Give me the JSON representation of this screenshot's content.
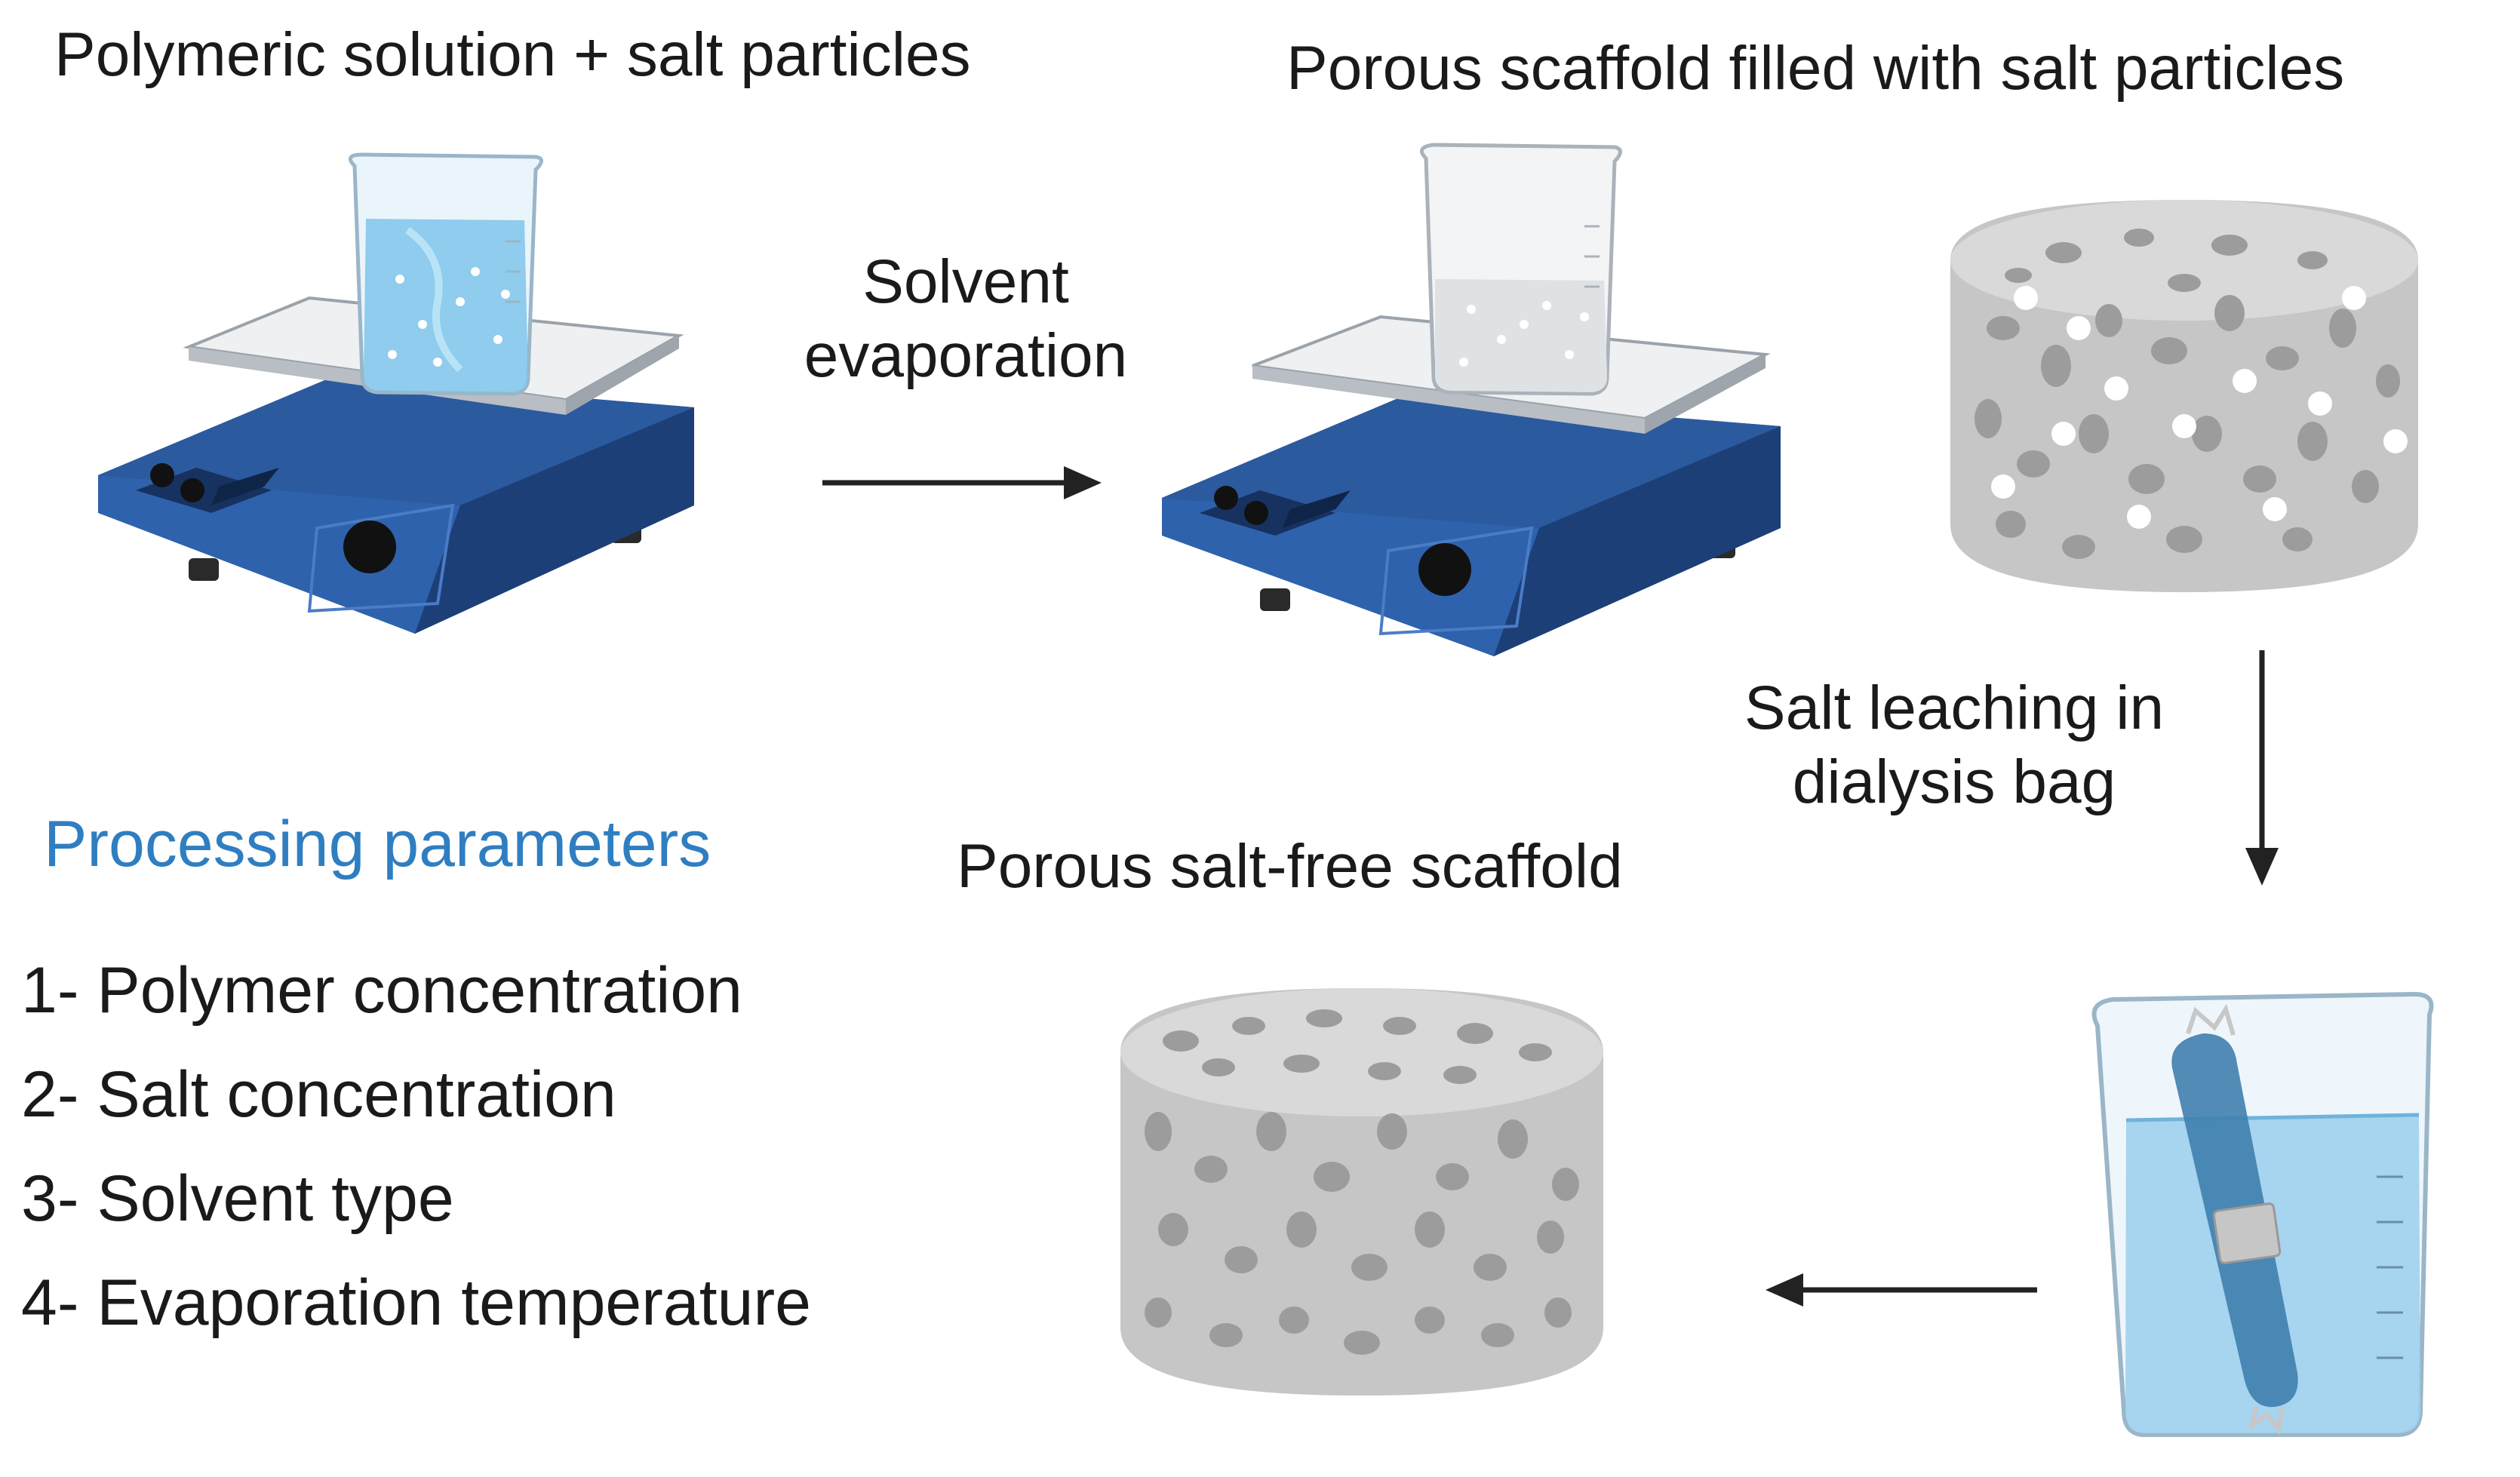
{
  "labels": {
    "step1": "Polymeric solution + salt particles",
    "step2": "Porous scaffold filled with salt particles",
    "step3": "Porous salt-free scaffold",
    "evaporation_line1": "Solvent",
    "evaporation_line2": "evaporation",
    "leaching_line1": "Salt leaching in",
    "leaching_line2": "dialysis bag"
  },
  "parameters": {
    "title": "Processing parameters",
    "items": [
      "1- Polymer concentration",
      "2- Salt concentration",
      "3- Solvent type",
      "4- Evaporation temperature"
    ]
  },
  "colors": {
    "accent_title": "#2f7ec1",
    "hotplate_blue": "#2b5a9e",
    "hotplate_dark": "#1d3f78",
    "plate_gray": "#d6dade",
    "scaffold_gray": "#c4c4c4",
    "water_blue": "#9fd0ec"
  },
  "icons": [
    "hotplate-stirrer-icon",
    "beaker-icon",
    "porous-scaffold-icon",
    "dialysis-bag-icon",
    "arrow-right-icon",
    "arrow-down-icon",
    "arrow-left-icon"
  ]
}
